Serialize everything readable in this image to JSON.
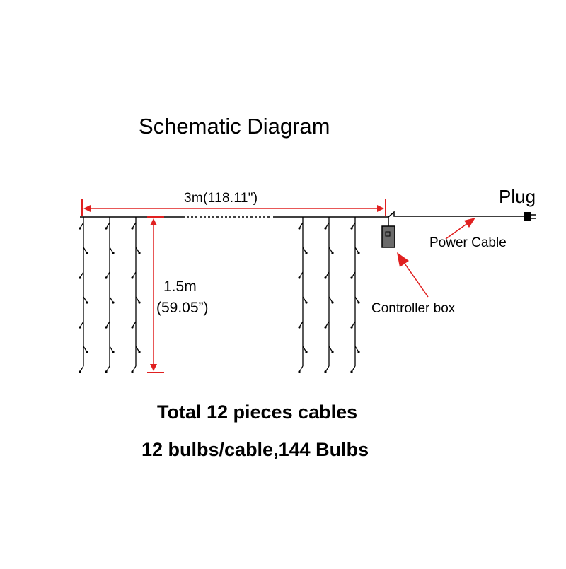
{
  "title": "Schematic Diagram",
  "width_dimension": "3m(118.11\")",
  "height_dimension_line1": "1.5m",
  "height_dimension_line2": "(59.05”)",
  "labels": {
    "plug": "Plug",
    "power_cable": "Power Cable",
    "controller_box": "Controller box"
  },
  "summary": {
    "total_cables": "Total 12 pieces cables",
    "bulbs": "12 bulbs/cable,144 Bulbs"
  },
  "colors": {
    "line": "#000000",
    "dimension": "#e02020",
    "controller_box": "#6b6b6b"
  }
}
